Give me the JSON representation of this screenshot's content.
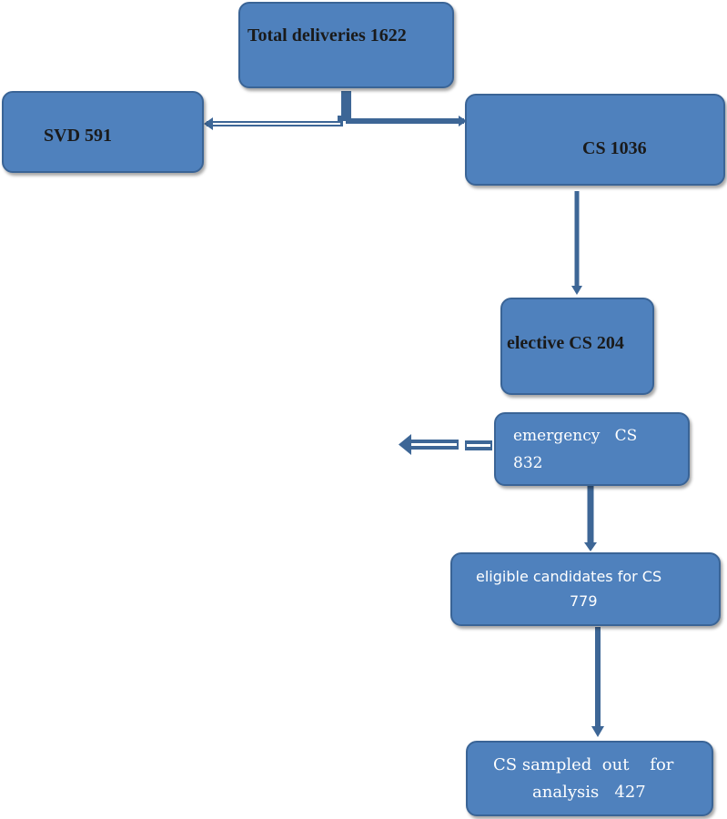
{
  "nodes": {
    "total": {
      "label": "Total deliveries 1622"
    },
    "svd": {
      "label": "SVD 591"
    },
    "cs": {
      "label": "CS 1036"
    },
    "elective": {
      "label": "elective CS 204"
    },
    "emergency": {
      "line1": "emergency   CS",
      "line2": "832"
    },
    "eligible": {
      "line1": "eligible candidates for CS",
      "line2": "779"
    },
    "sampled": {
      "line1": "CS sampled  out    for",
      "line2": "analysis   427"
    }
  },
  "colors": {
    "box_fill": "#4f81bd",
    "box_border": "#3a6496",
    "connector": "#3d6696"
  }
}
